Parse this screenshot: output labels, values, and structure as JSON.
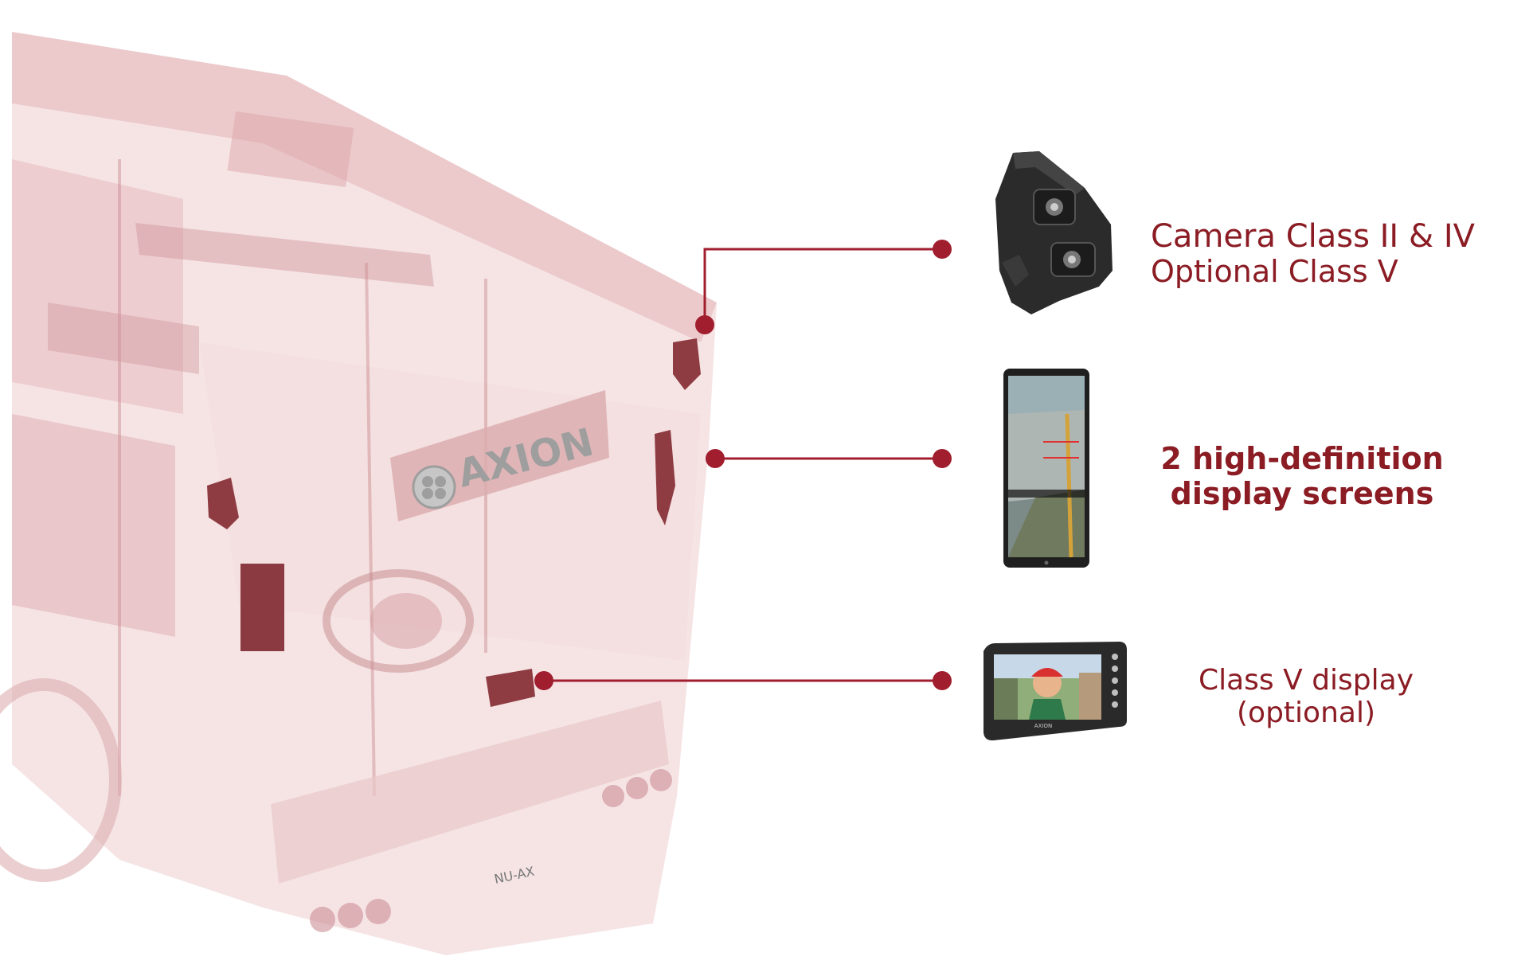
{
  "colors": {
    "accent": "#a01e2e",
    "label_text": "#8b1c24",
    "bus_tint": "#d9a3a6",
    "bus_dark": "#b97076",
    "device_black": "#2a2a2a"
  },
  "bus": {
    "brand_text": "AXION",
    "plate_text": "NU-AX"
  },
  "callouts": [
    {
      "id": "camera",
      "line1": "Camera Class II & IV",
      "line2": "Optional Class V"
    },
    {
      "id": "displays",
      "line1": "2 high-definition",
      "line2": "display screens"
    },
    {
      "id": "classv",
      "line1": "Class V display",
      "line2": "(optional)"
    }
  ],
  "devices": {
    "tablet_brand": "AXION"
  },
  "icons": [
    "camera-icon",
    "display-screen-icon",
    "class-v-monitor-icon"
  ]
}
